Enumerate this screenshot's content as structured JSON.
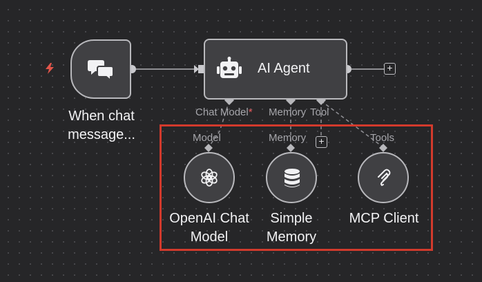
{
  "canvas": {
    "background": "#262628",
    "accent_selection": "#d23a2c",
    "node_border": "#b9b9bd"
  },
  "trigger": {
    "title_line1": "When chat",
    "title_line2": "message...",
    "icon": "chat-bubbles-icon",
    "badge_icon": "lightning-bolt-icon"
  },
  "agent": {
    "title": "AI Agent",
    "icon": "robot-icon",
    "ports": {
      "chat_model": "Chat Model",
      "chat_model_required": "*",
      "memory": "Memory",
      "tool": "Tool"
    },
    "add_output_label": "+",
    "add_tool_label": "+"
  },
  "subnodes": {
    "openai": {
      "port_label": "Model",
      "title_line1": "OpenAI Chat",
      "title_line2": "Model",
      "icon": "openai-logo-icon"
    },
    "memory": {
      "port_label": "Memory",
      "title_line1": "Simple",
      "title_line2": "Memory",
      "icon": "database-icon"
    },
    "mcp": {
      "port_label": "Tools",
      "title_line1": "MCP Client",
      "icon": "mcp-icon"
    }
  }
}
